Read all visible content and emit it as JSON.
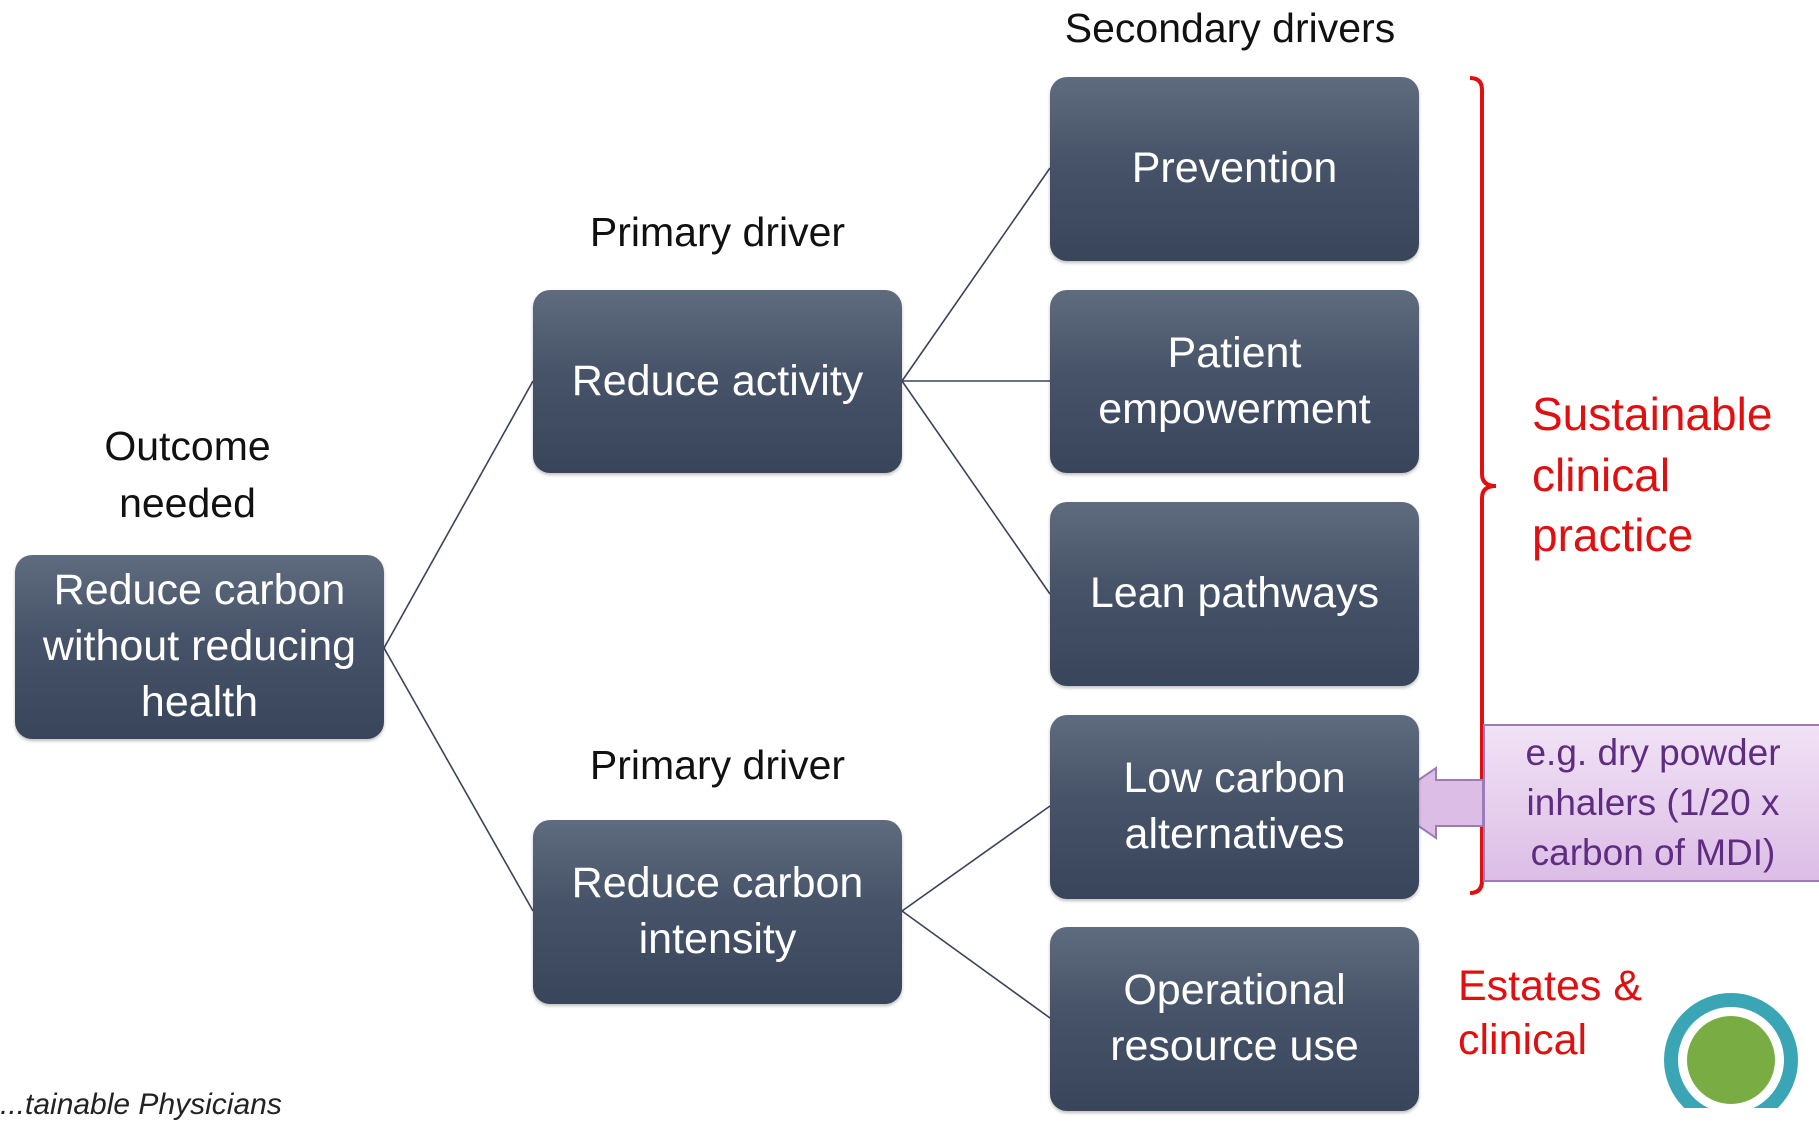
{
  "headers": {
    "secondary": "Secondary drivers",
    "primary_top": "Primary driver",
    "primary_bottom": "Primary driver",
    "outcome": "Outcome\nneeded"
  },
  "outcome_box": "Reduce carbon\nwithout reducing\nhealth",
  "primary_boxes": {
    "activity": "Reduce activity",
    "intensity": "Reduce carbon\nintensity"
  },
  "secondary_boxes": {
    "prevention": "Prevention",
    "empowerment": "Patient\nempowerment",
    "lean": "Lean pathways",
    "low_carbon": "Low carbon\nalternatives",
    "operational": "Operational\nresource use"
  },
  "annotations": {
    "sustainable": "Sustainable\nclinical\npractice",
    "estates": "Estates &\nclinical",
    "example": "e.g. dry powder\ninhalers (1/20 x\ncarbon of MDI)",
    "footer": "...tainable Physicians"
  },
  "colors": {
    "box_fill": "#475368",
    "annotation_red": "#e01010",
    "callout_fill": "#dcbde6",
    "callout_text": "#5e2d82",
    "logo_ring": "#3aa6b5",
    "logo_center": "#79ad43"
  }
}
